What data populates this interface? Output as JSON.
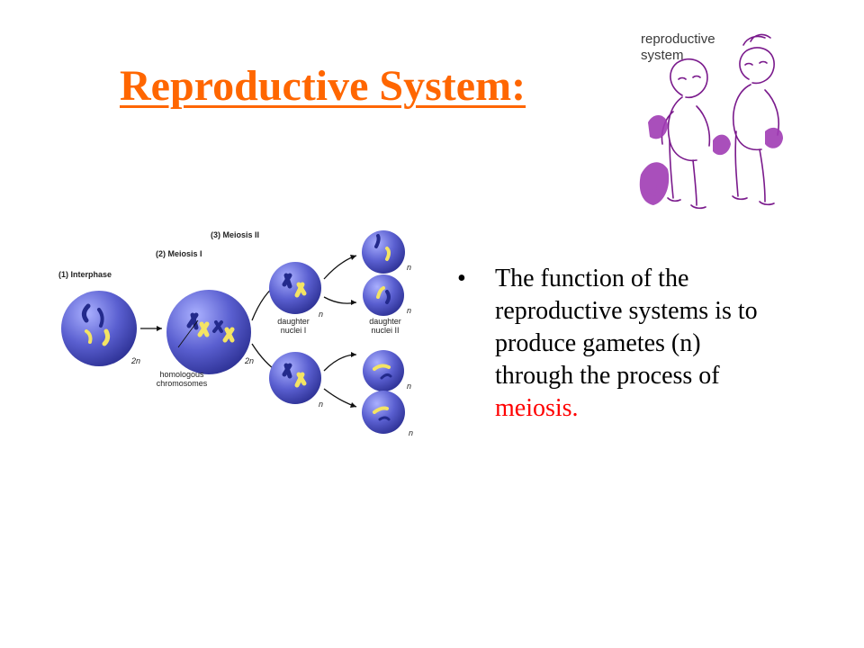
{
  "slide": {
    "title": "Reproductive System:",
    "clipart_label_line1": "reproductive",
    "clipart_label_line2": "system",
    "bullet": {
      "marker": "•",
      "text_main": "The function of the reproductive systems is to produce gametes (n) through the process of ",
      "text_emphasis": "meiosis."
    },
    "diagram": {
      "label_interphase": "(1) Interphase",
      "label_meiosis1": "(2) Meiosis I",
      "label_meiosis2": "(3) Meiosis II",
      "label_2n_a": "2n",
      "label_2n_b": "2n",
      "label_homologous_1": "homologous",
      "label_homologous_2": "chromosomes",
      "label_daughter1_1": "daughter",
      "label_daughter1_2": "nuclei I",
      "label_daughter2_1": "daughter",
      "label_daughter2_2": "nuclei II",
      "label_n": [
        "n",
        "n",
        "n",
        "n",
        "n",
        "n"
      ]
    }
  },
  "colors": {
    "title": "#ff6600",
    "emphasis": "#ff0000",
    "cell": "#5a5fd0",
    "cell_dark": "#2e3296",
    "chrom_blue": "#232a8c",
    "chrom_yellow": "#f4e464",
    "clipart_line": "#7a1a8c",
    "clipart_fill": "#a03cb4"
  }
}
